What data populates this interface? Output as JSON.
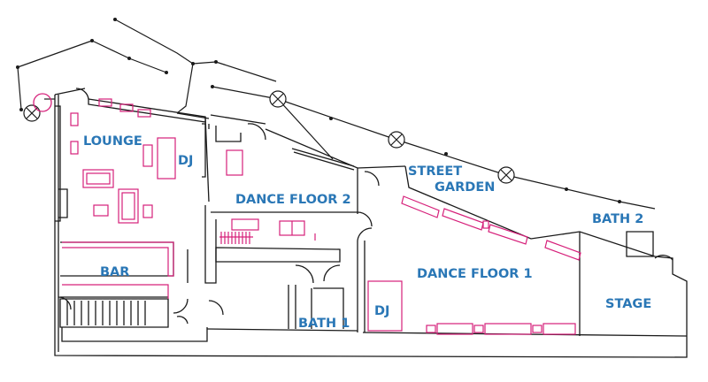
{
  "rooms": {
    "lounge": "LOUNGE",
    "dj_lounge": "DJ",
    "dance_floor_2": "DANCE FLOOR 2",
    "street_garden_line1": "STREET",
    "street_garden_line2": "GARDEN",
    "bath_2": "BATH 2",
    "bar": "BAR",
    "dance_floor_1": "DANCE FLOOR 1",
    "stage": "STAGE",
    "bath_1": "BATH 1",
    "dj_main": "DJ"
  },
  "colors": {
    "label": "#2a77b6",
    "wall": "#1a1a1a",
    "furniture": "#d6207a"
  }
}
